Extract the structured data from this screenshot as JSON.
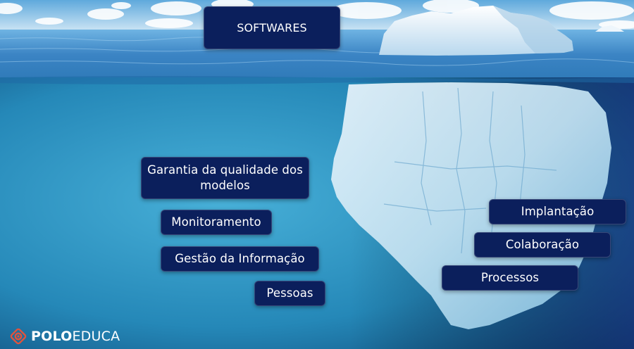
{
  "colors": {
    "sky_top": "#5fa9dc",
    "sky_bottom": "#cfe6f5",
    "water_surface": "#3b84c4",
    "underwater_light": "#3a9ccc",
    "underwater_dark": "#0d4f7e",
    "box_fill": "#0b1f5c",
    "box_text": "#ffffff",
    "logo_accent": "#e0533d"
  },
  "labels": {
    "softwares": "SOFTWARES",
    "garantia": "Garantia da qualidade dos modelos",
    "monitoramento": "Monitoramento",
    "gestao": "Gestão da Informação",
    "pessoas": "Pessoas",
    "implantacao": "Implantação",
    "colaboracao": "Colaboração",
    "processos": "Processos"
  },
  "logo": {
    "icon": "polo-educa-logo-icon",
    "text_bold": "POLO",
    "text_regular": "EDUCA"
  }
}
